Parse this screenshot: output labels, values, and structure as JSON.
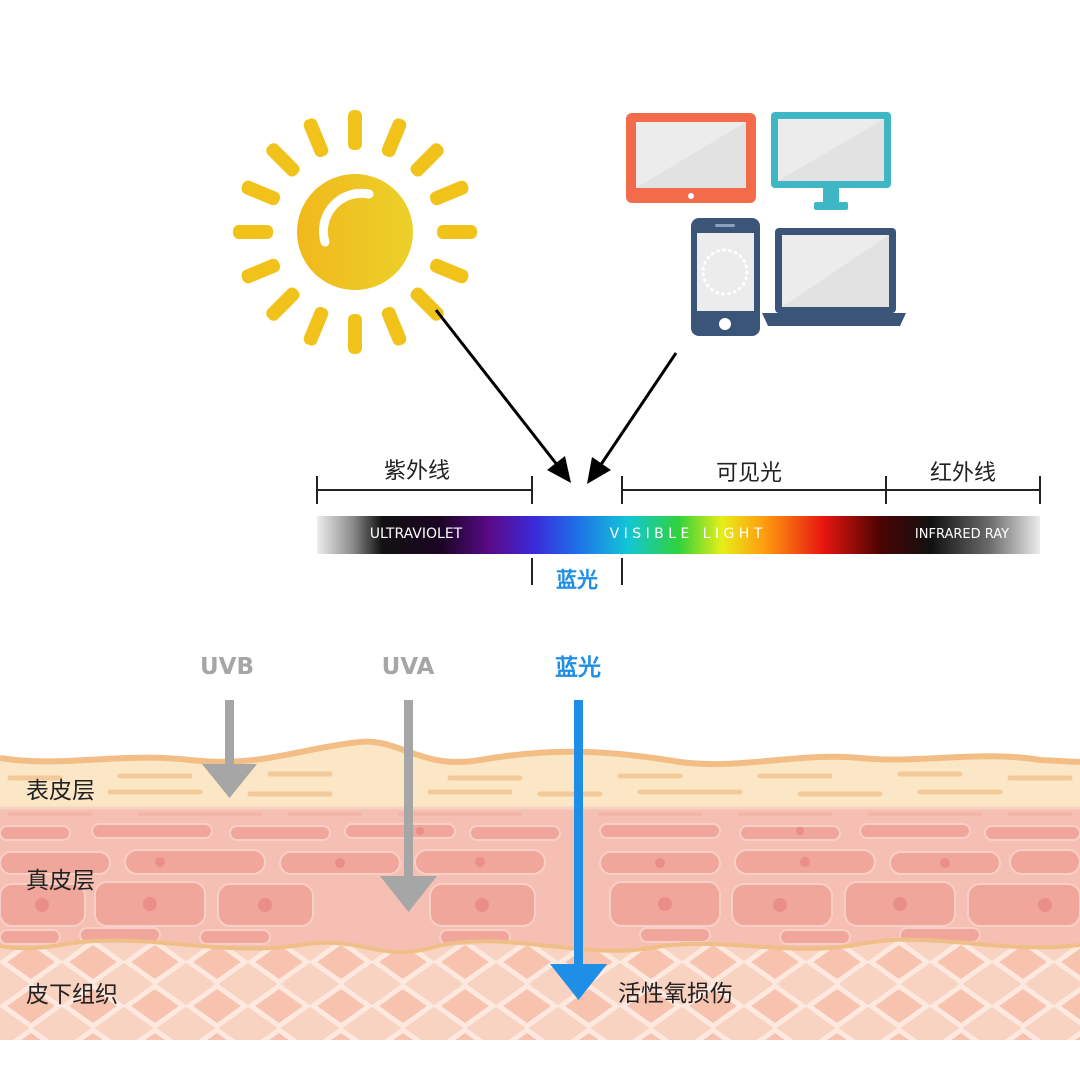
{
  "spectrum": {
    "uv_zh": "紫外线",
    "visible_zh": "可见光",
    "ir_zh": "红外线",
    "uv_en": "ULTRAVIOLET",
    "visible_en": "V I S I B L E   L I G H T",
    "ir_en": "INFRARED RAY",
    "blue_light": "蓝光"
  },
  "penetration": {
    "uvb": "UVB",
    "uva": "UVA",
    "blue": "蓝光",
    "result": "活性氧损伤"
  },
  "skin_layers": {
    "epidermis": "表皮层",
    "dermis": "真皮层",
    "subcutaneous": "皮下组织"
  },
  "colors": {
    "gray_arrow": "#a6a6a6",
    "blue_arrow": "#1e8ee6",
    "sun": "#f0c21a",
    "tablet": "#f26b4b",
    "monitor": "#3fb6c3",
    "dark_device": "#3a5578"
  },
  "icons": [
    "sun-icon",
    "tablet-icon",
    "monitor-icon",
    "phone-icon",
    "laptop-icon"
  ]
}
